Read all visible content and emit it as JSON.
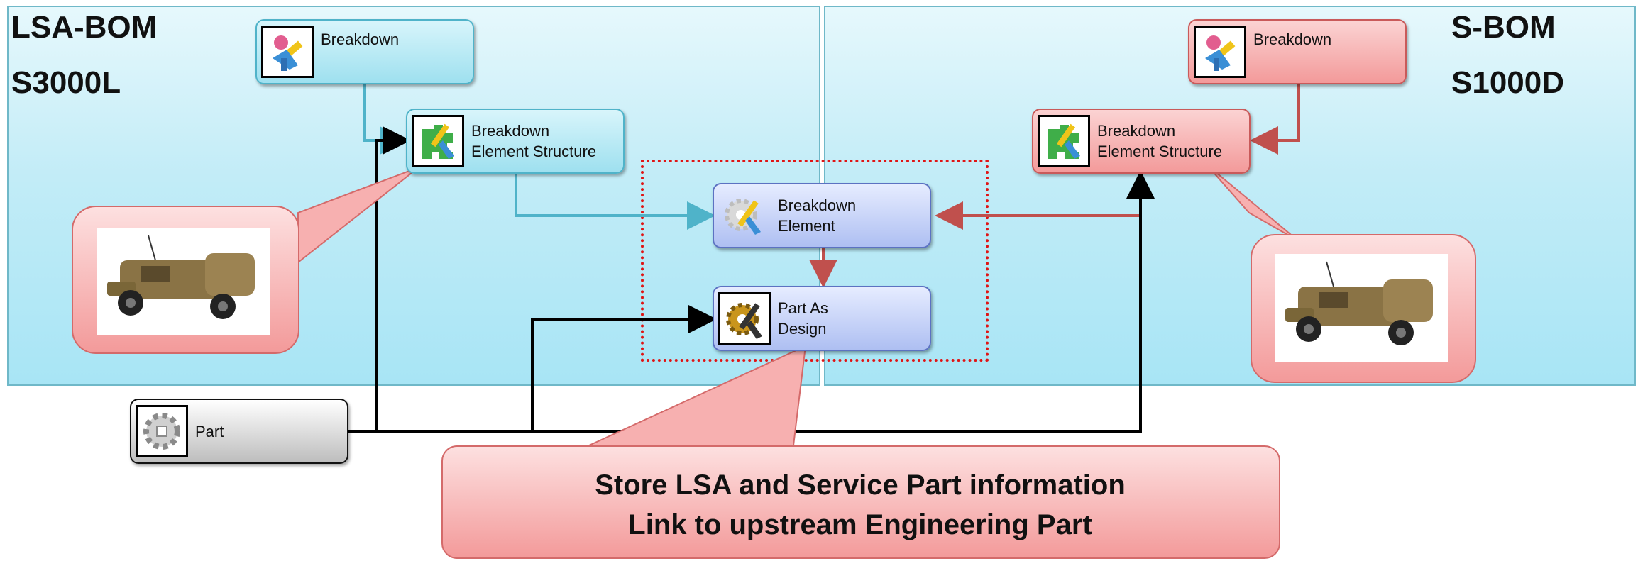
{
  "panels": {
    "left": {
      "title_line1": "LSA-BOM",
      "title_line2": "S3000L"
    },
    "right": {
      "title_line1": "S-BOM",
      "title_line2": "S1000D"
    }
  },
  "nodes": {
    "breakdown_left": {
      "label": "Breakdown",
      "icon": "breakdown-icon"
    },
    "bes_left": {
      "label": "Breakdown\nElement Structure",
      "icon": "breakdown-element-structure-icon"
    },
    "breakdown_element": {
      "label": "Breakdown\nElement",
      "icon": "breakdown-element-icon"
    },
    "part_as_design": {
      "label": "Part As\nDesign",
      "icon": "part-as-design-icon"
    },
    "breakdown_right": {
      "label": "Breakdown",
      "icon": "breakdown-icon"
    },
    "bes_right": {
      "label": "Breakdown\nElement Structure",
      "icon": "breakdown-element-structure-icon"
    },
    "part": {
      "label": "Part",
      "icon": "part-gear-icon"
    }
  },
  "callout": {
    "line1": "Store LSA and Service Part information",
    "line2": "Link to upstream Engineering Part"
  },
  "colors": {
    "teal_edge": "#4fb3c9",
    "red_edge": "#c0504d",
    "black_edge": "#000000",
    "dashed_box": "#e01414"
  }
}
